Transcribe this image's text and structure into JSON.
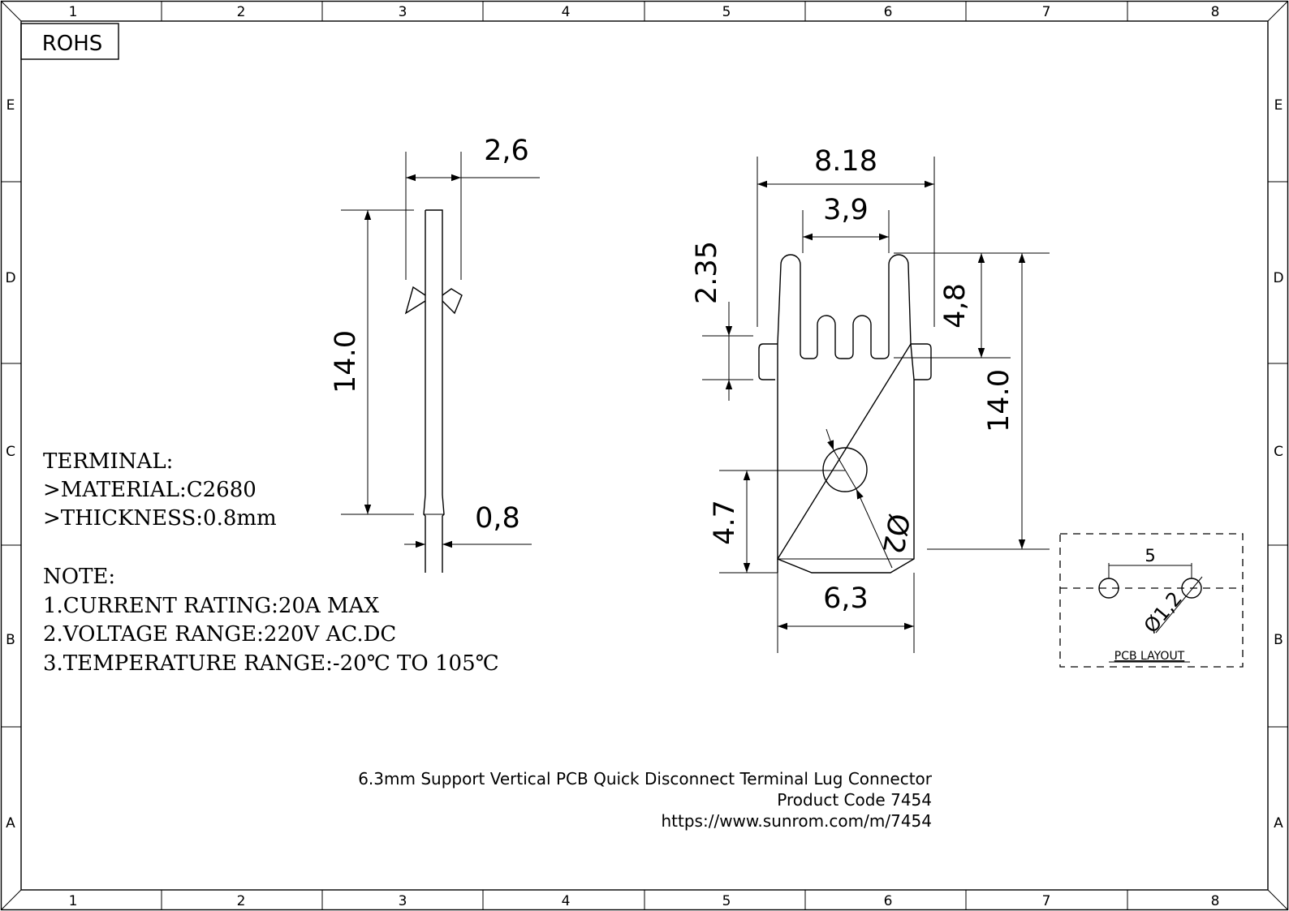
{
  "frame": {
    "columns": [
      "1",
      "2",
      "3",
      "4",
      "5",
      "6",
      "7",
      "8"
    ],
    "rows": [
      "E",
      "D",
      "C",
      "B",
      "A"
    ]
  },
  "badge": "ROHS",
  "side_view": {
    "width_dim": "2,6",
    "height_dim": "14.0",
    "thickness_dim": "0,8"
  },
  "front_view": {
    "overall_width_dim": "8.18",
    "inner_width_dim": "3,9",
    "tab_height_dim": "2.35",
    "pin_length_dim": "4,8",
    "total_height_dim": "14.0",
    "hole_height_dim": "4.7",
    "hole_dia_dim": "Ø2",
    "base_width_dim": "6,3"
  },
  "pcb_layout": {
    "pitch_dim": "5",
    "hole_dim": "Ø1,2",
    "caption": "PCB LAYOUT"
  },
  "terminal": {
    "heading": "TERMINAL:",
    "material": ">MATERIAL:C2680",
    "thickness": ">THICKNESS:0.8mm"
  },
  "notes": {
    "heading": "NOTE:",
    "items": [
      "1.CURRENT RATING:20A MAX",
      "2.VOLTAGE RANGE:220V AC.DC",
      "3.TEMPERATURE RANGE:-20℃ TO 105℃"
    ]
  },
  "title_block": {
    "product": "6.3mm Support Vertical PCB Quick Disconnect Terminal Lug Connector",
    "code": "Product Code 7454",
    "url": "https://www.sunrom.com/m/7454"
  }
}
